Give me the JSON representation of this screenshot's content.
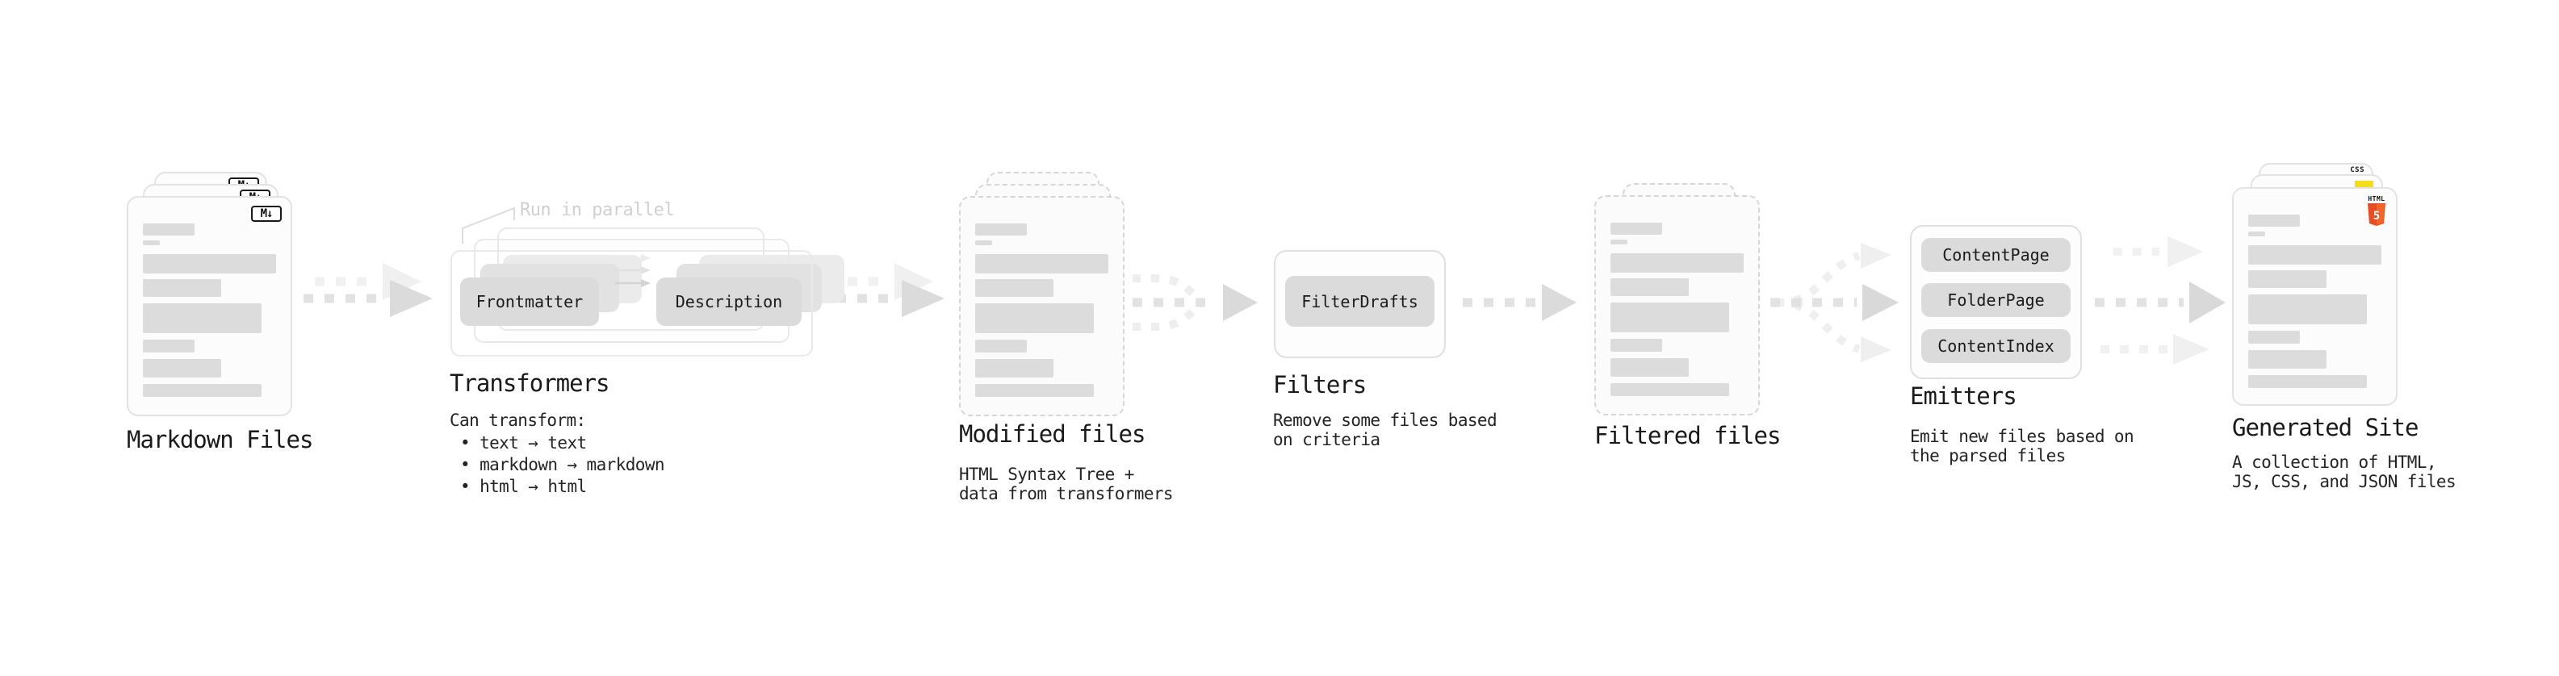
{
  "stages": {
    "markdown": {
      "label": "Markdown Files"
    },
    "transformers": {
      "label": "Transformers",
      "note": "Run in parallel",
      "pills": [
        "Frontmatter",
        "Description"
      ],
      "desc_title": "Can transform:",
      "bullets": [
        "• text → text",
        "• markdown → markdown",
        "• html → html"
      ]
    },
    "modified": {
      "label": "Modified files",
      "desc": [
        "HTML Syntax Tree +",
        "data from transformers"
      ]
    },
    "filters": {
      "label": "Filters",
      "pill": "FilterDrafts",
      "desc": [
        "Remove some files based",
        "on criteria"
      ]
    },
    "filtered": {
      "label": "Filtered files"
    },
    "emitters": {
      "label": "Emitters",
      "pills": [
        "ContentPage",
        "FolderPage",
        "ContentIndex"
      ],
      "desc": [
        "Emit new files based on",
        "the parsed files"
      ]
    },
    "generated": {
      "label": "Generated Site",
      "desc": [
        "A collection of HTML,",
        "JS, CSS, and JSON files"
      ]
    }
  },
  "badges": {
    "markdown": "M↓",
    "css": "CSS",
    "html_label": "HTML",
    "html_number": "5"
  },
  "colors": {
    "html5_orange": "#e44d26",
    "html5_orange_light": "#f16529",
    "css_blue": "#2862e9",
    "js_yellow": "#f5de19",
    "pill_gray": "#dbdbdb",
    "placeholder_bar_gray": "#dcdcdc",
    "arrow_gray": "#dbdbdb",
    "arrow_faint_gray": "#f0f0f0",
    "note_gray": "#d0d0d0",
    "text_dark": "#1a1a1a"
  }
}
